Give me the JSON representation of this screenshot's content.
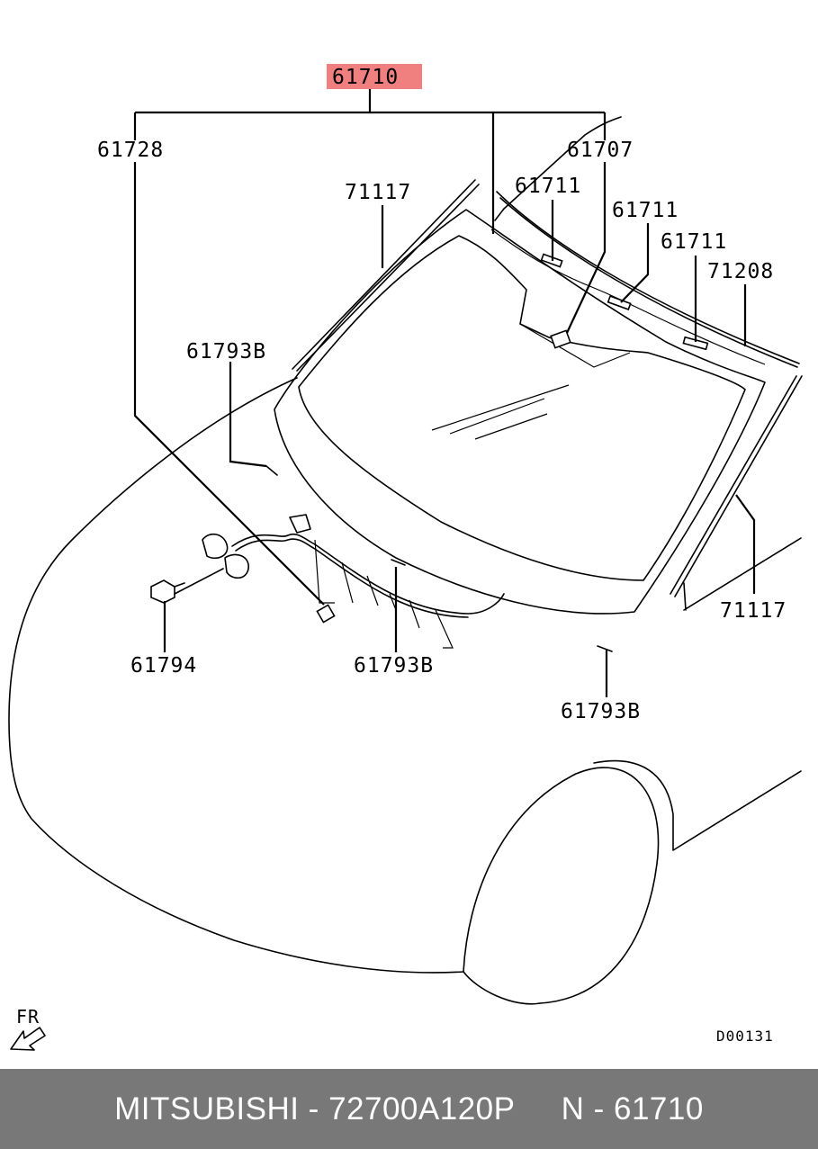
{
  "diagram": {
    "highlight_color": "#f08080",
    "callouts": {
      "top_part": "61710",
      "c61728": "61728",
      "c61707": "61707",
      "c71117_top": "71117",
      "c61711_a": "61711",
      "c61711_b": "61711",
      "c61711_c": "61711",
      "c71208": "71208",
      "c61793b_left": "61793B",
      "c61794": "61794",
      "c61793b_mid": "61793B",
      "c61793b_bottom": "61793B",
      "c71117_right": "71117"
    },
    "direction_label": "FR",
    "diagram_code": "D00131"
  },
  "footer": {
    "brand": "MITSUBISHI",
    "separator": " - ",
    "part_number": "72700A120P",
    "gap": "     ",
    "ref_prefix": "N - ",
    "ref_number": "61710",
    "background": "#787878"
  }
}
